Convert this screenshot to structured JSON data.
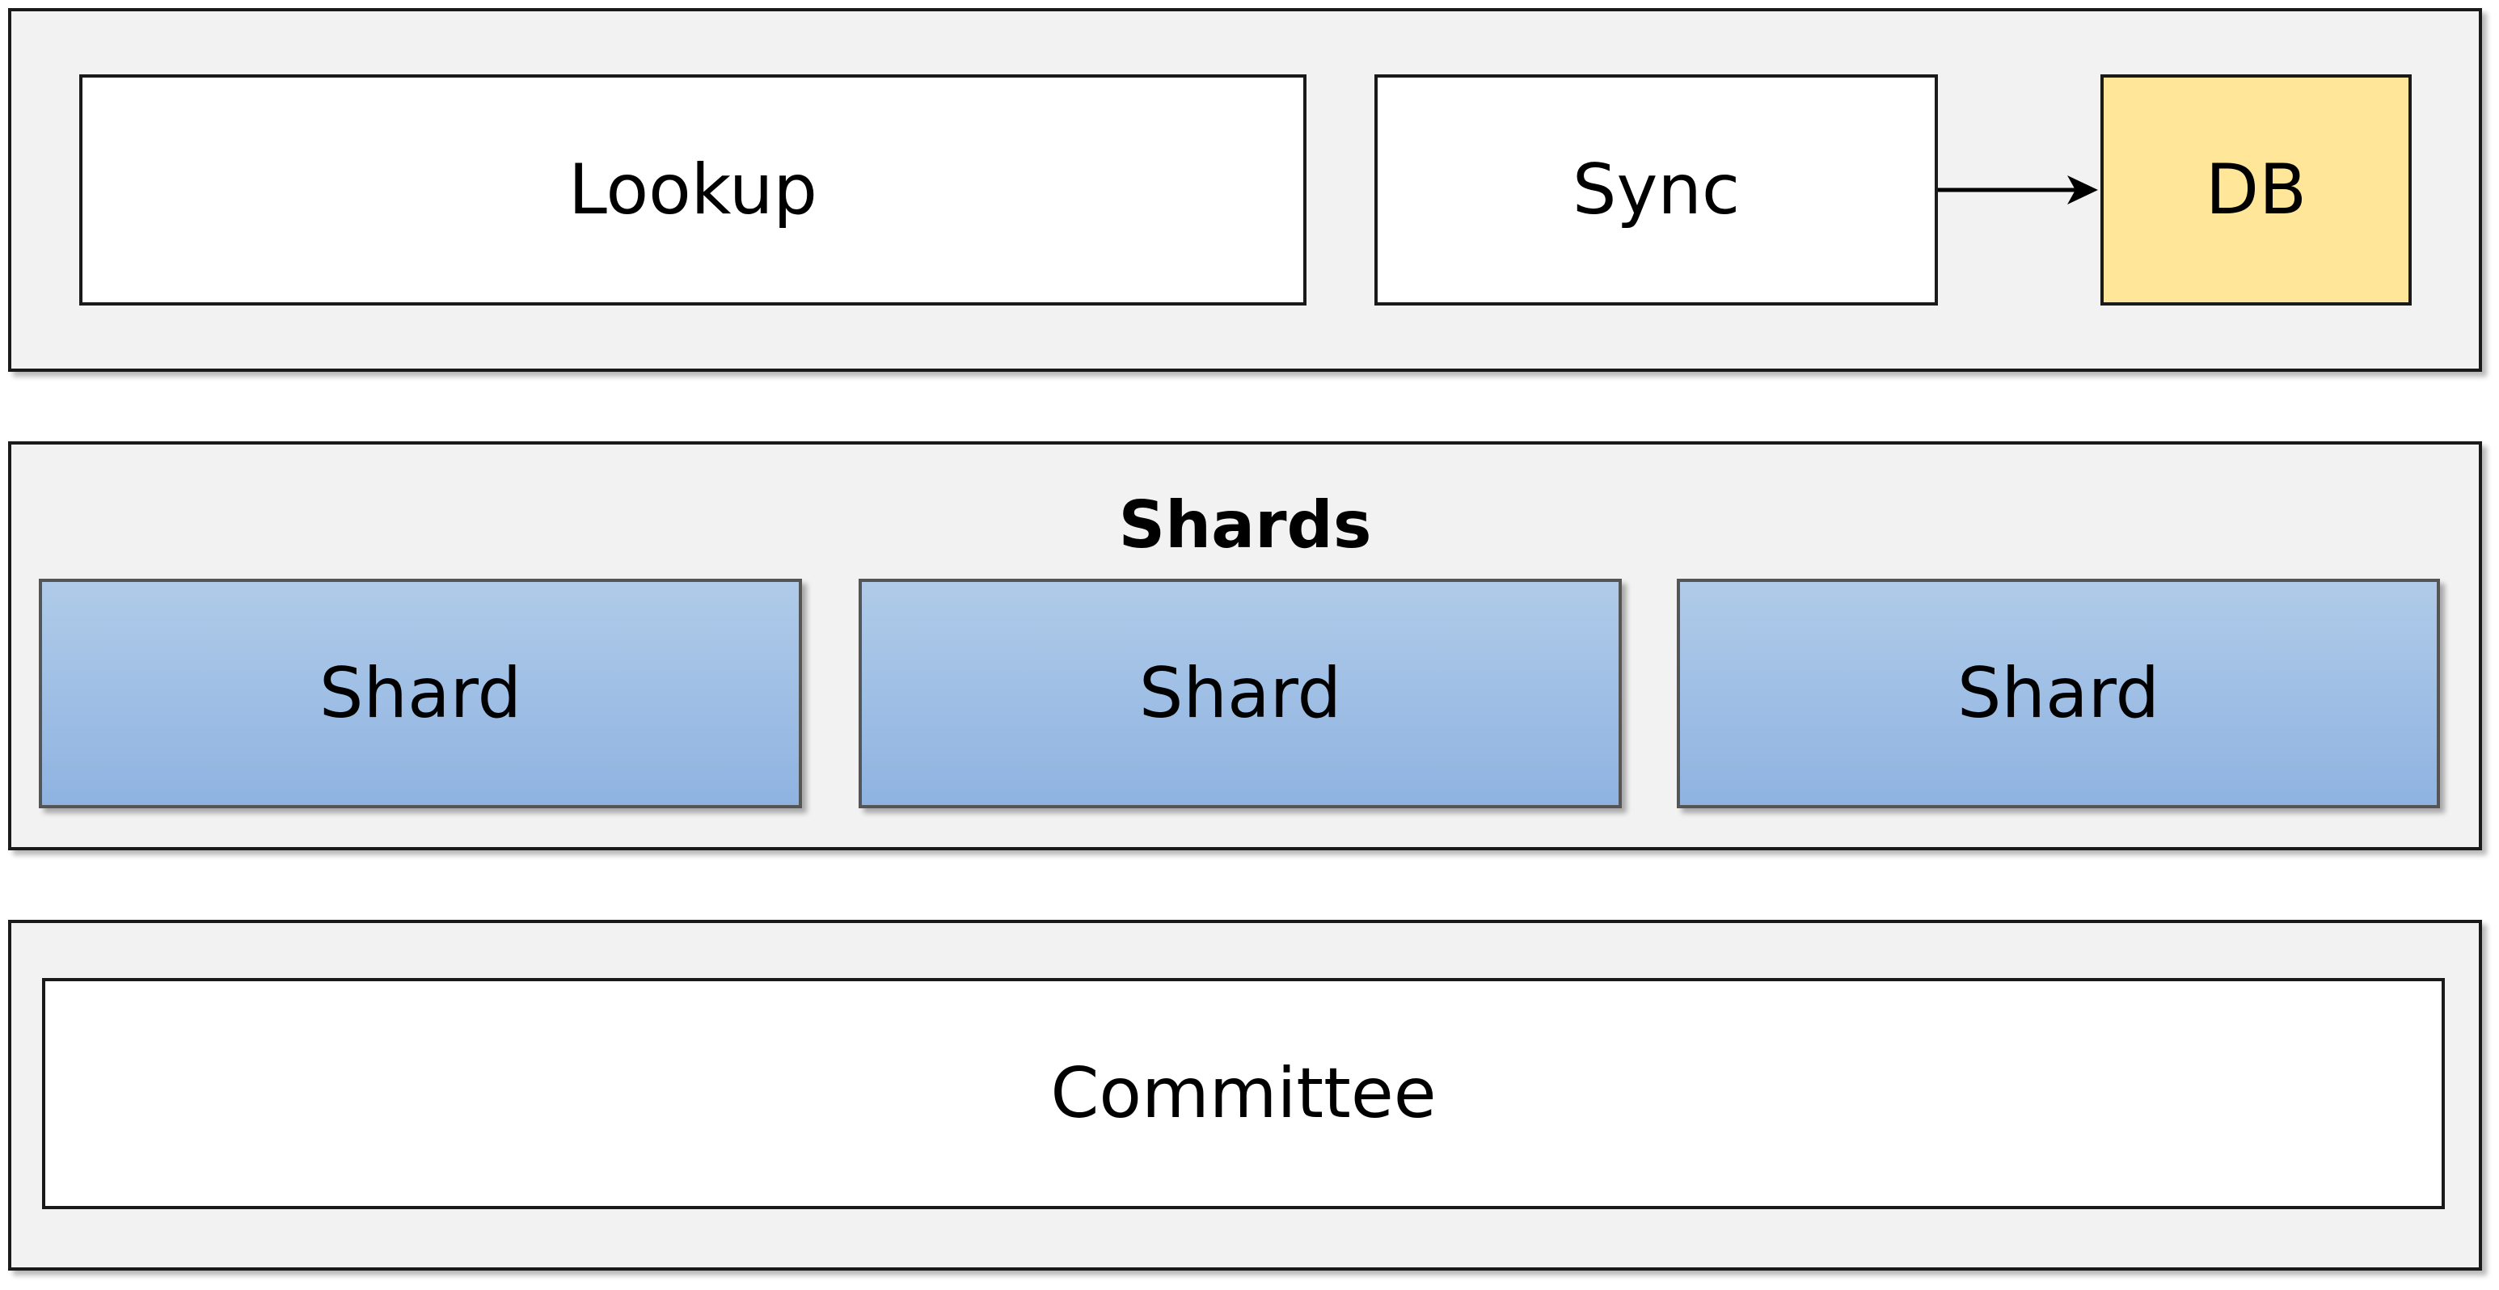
{
  "top_layer": {
    "lookup_label": "Lookup",
    "sync_label": "Sync",
    "db_label": "DB"
  },
  "shards_layer": {
    "heading": "Shards",
    "shards": [
      {
        "label": "Shard"
      },
      {
        "label": "Shard"
      },
      {
        "label": "Shard"
      }
    ]
  },
  "committee_layer": {
    "committee_label": "Committee"
  },
  "colors": {
    "layer_background": "#f2f2f2",
    "db_fill": "#ffe699",
    "shard_fill_top": "#b0cbe9",
    "shard_fill_bottom": "#8fb3e1",
    "border": "#1a1a1a"
  },
  "edges": [
    {
      "from": "Sync",
      "to": "DB",
      "type": "arrow"
    }
  ]
}
